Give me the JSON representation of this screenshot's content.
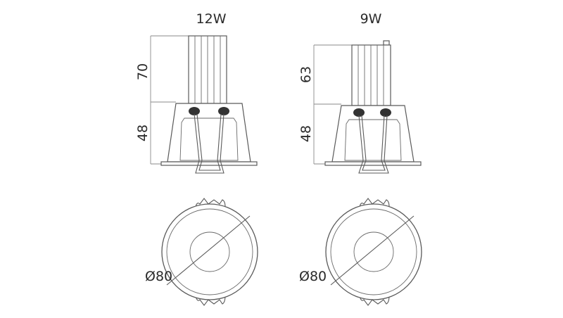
{
  "products": [
    {
      "power": "12W",
      "height_upper": "70",
      "height_lower": "48",
      "diameter": "Ø80"
    },
    {
      "power": "9W",
      "height_upper": "63",
      "height_lower": "48",
      "diameter": "Ø80"
    }
  ],
  "colors": {
    "line": "#5a5a5a",
    "text": "#2a2a2a",
    "dark": "#333333"
  }
}
